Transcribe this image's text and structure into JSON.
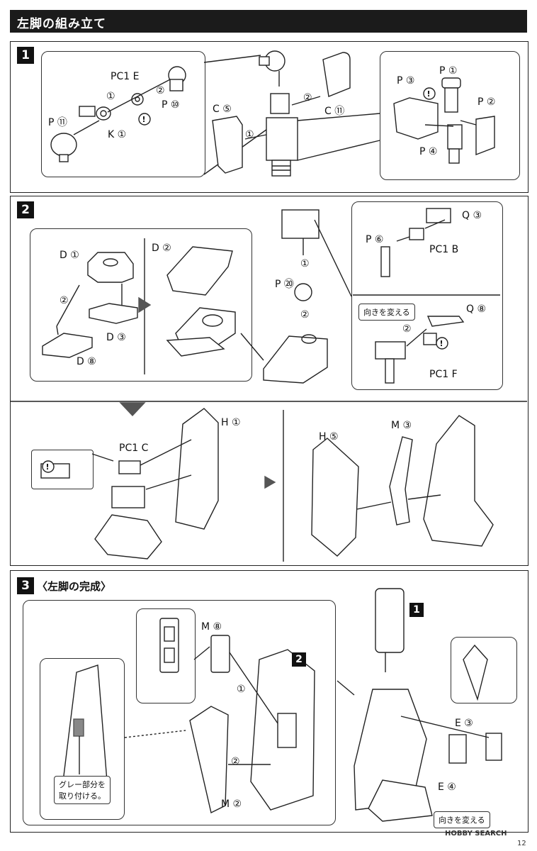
{
  "header": {
    "title": "左脚の組み立て"
  },
  "steps": {
    "s1": "1",
    "s2": "2",
    "s3": "3",
    "s3_title": "〈左脚の完成〉",
    "ref1": "1",
    "ref2": "2"
  },
  "labels": {
    "pc1e": "PC1 E",
    "pc1b": "PC1 B",
    "pc1f": "PC1 F",
    "pc1c": "PC1 C",
    "p10": "P ⑩",
    "p11": "P ⑪",
    "k1": "K ①",
    "c5": "C ⑤",
    "c11": "C ⑪",
    "p1": "P ①",
    "p2": "P ②",
    "p3": "P ③",
    "p4": "P ④",
    "d1": "D ①",
    "d2": "D ②",
    "d3": "D ③",
    "d8": "D ⑧",
    "p20": "P ⑳",
    "p6": "P ⑥",
    "q3": "Q ③",
    "q8": "Q ⑧",
    "h1": "H ①",
    "h5": "H ⑤",
    "m3": "M ③",
    "m8": "M ⑧",
    "m2": "M ②",
    "e3": "E ③",
    "e4": "E ④"
  },
  "notes": {
    "turn1": "向きを変える",
    "turn2": "向きを変える",
    "gray_l1": "グレー部分を",
    "gray_l2": "取り付ける。"
  },
  "seq": {
    "one": "①",
    "two": "②"
  },
  "footer": {
    "brand": "HOBBY SEARCH",
    "page": "12"
  }
}
